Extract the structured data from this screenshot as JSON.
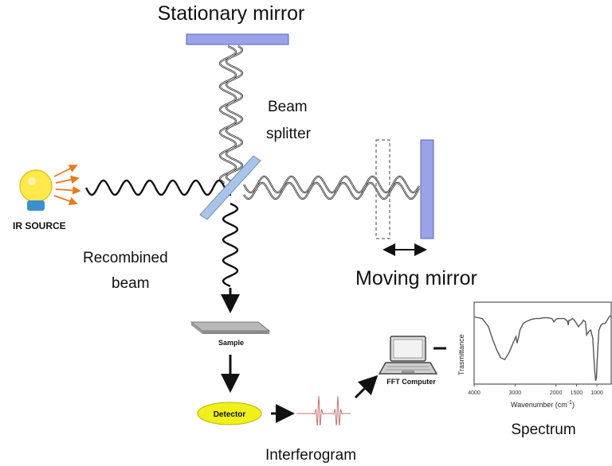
{
  "labels": {
    "stationary_mirror": "Stationary mirror",
    "beam_splitter_1": "Beam",
    "beam_splitter_2": "splitter",
    "ir_source": "IR SOURCE",
    "recombined_1": "Recombined",
    "recombined_2": "beam",
    "moving_mirror": "Moving mirror",
    "sample": "Sample",
    "detector": "Detector",
    "interferogram": "Interferogram",
    "fft_computer": "FFT Computer",
    "spectrum": "Spectrum",
    "y_axis": "Trasmittance",
    "x_axis_base": "Wavenumber (cm",
    "x_axis_sup": "-1",
    "x_axis_close": ")"
  },
  "chart_data": {
    "type": "line",
    "xlabel": "Wavenumber (cm-1)",
    "ylabel": "Trasmittance",
    "x_ticks": [
      "4000",
      "3000",
      "2000",
      "1500",
      "1000"
    ],
    "x_tick_values": [
      4000,
      3000,
      2000,
      1500,
      1000
    ],
    "xlim": [
      4000,
      650
    ],
    "ylim": [
      0,
      100
    ],
    "series": [
      {
        "x": [
          4000,
          3800,
          3650,
          3550,
          3450,
          3350,
          3250,
          3150,
          3050,
          2980,
          2950,
          2920,
          2880,
          2800,
          2700,
          2600,
          2500,
          2400,
          2300,
          2200,
          2100,
          2050,
          2000,
          1950,
          1900,
          1800,
          1720,
          1700,
          1680,
          1650,
          1600,
          1550,
          1500,
          1450,
          1420,
          1380,
          1330,
          1280,
          1250,
          1200,
          1150,
          1100,
          1070,
          1050,
          1030,
          1010,
          990,
          970,
          950,
          900,
          850,
          800,
          750,
          700,
          650
        ],
        "y": [
          82,
          80,
          70,
          55,
          42,
          32,
          30,
          38,
          50,
          58,
          50,
          56,
          66,
          74,
          77,
          79,
          80,
          80,
          81,
          81,
          80,
          76,
          79,
          80,
          80,
          80,
          77,
          72,
          78,
          78,
          80,
          78,
          74,
          70,
          72,
          74,
          78,
          76,
          60,
          64,
          66,
          56,
          30,
          14,
          4,
          8,
          30,
          50,
          66,
          72,
          74,
          74,
          78,
          82,
          84
        ]
      }
    ],
    "grid": false,
    "colors": {
      "line": "#555555"
    }
  },
  "colors": {
    "mirror_fill": "#9aa3e8",
    "mirror_stroke": "#5a63b8",
    "splitter_fill": "#a9c4e6",
    "source_arrows": "#e87a1e",
    "bulb": "#ffe94d",
    "bulb_base": "#3a8fd0",
    "detector_fill": "#f2f01a",
    "interferogram": "#c87575"
  },
  "icons": {
    "source": "light-bulb-icon",
    "computer": "laptop-icon"
  }
}
